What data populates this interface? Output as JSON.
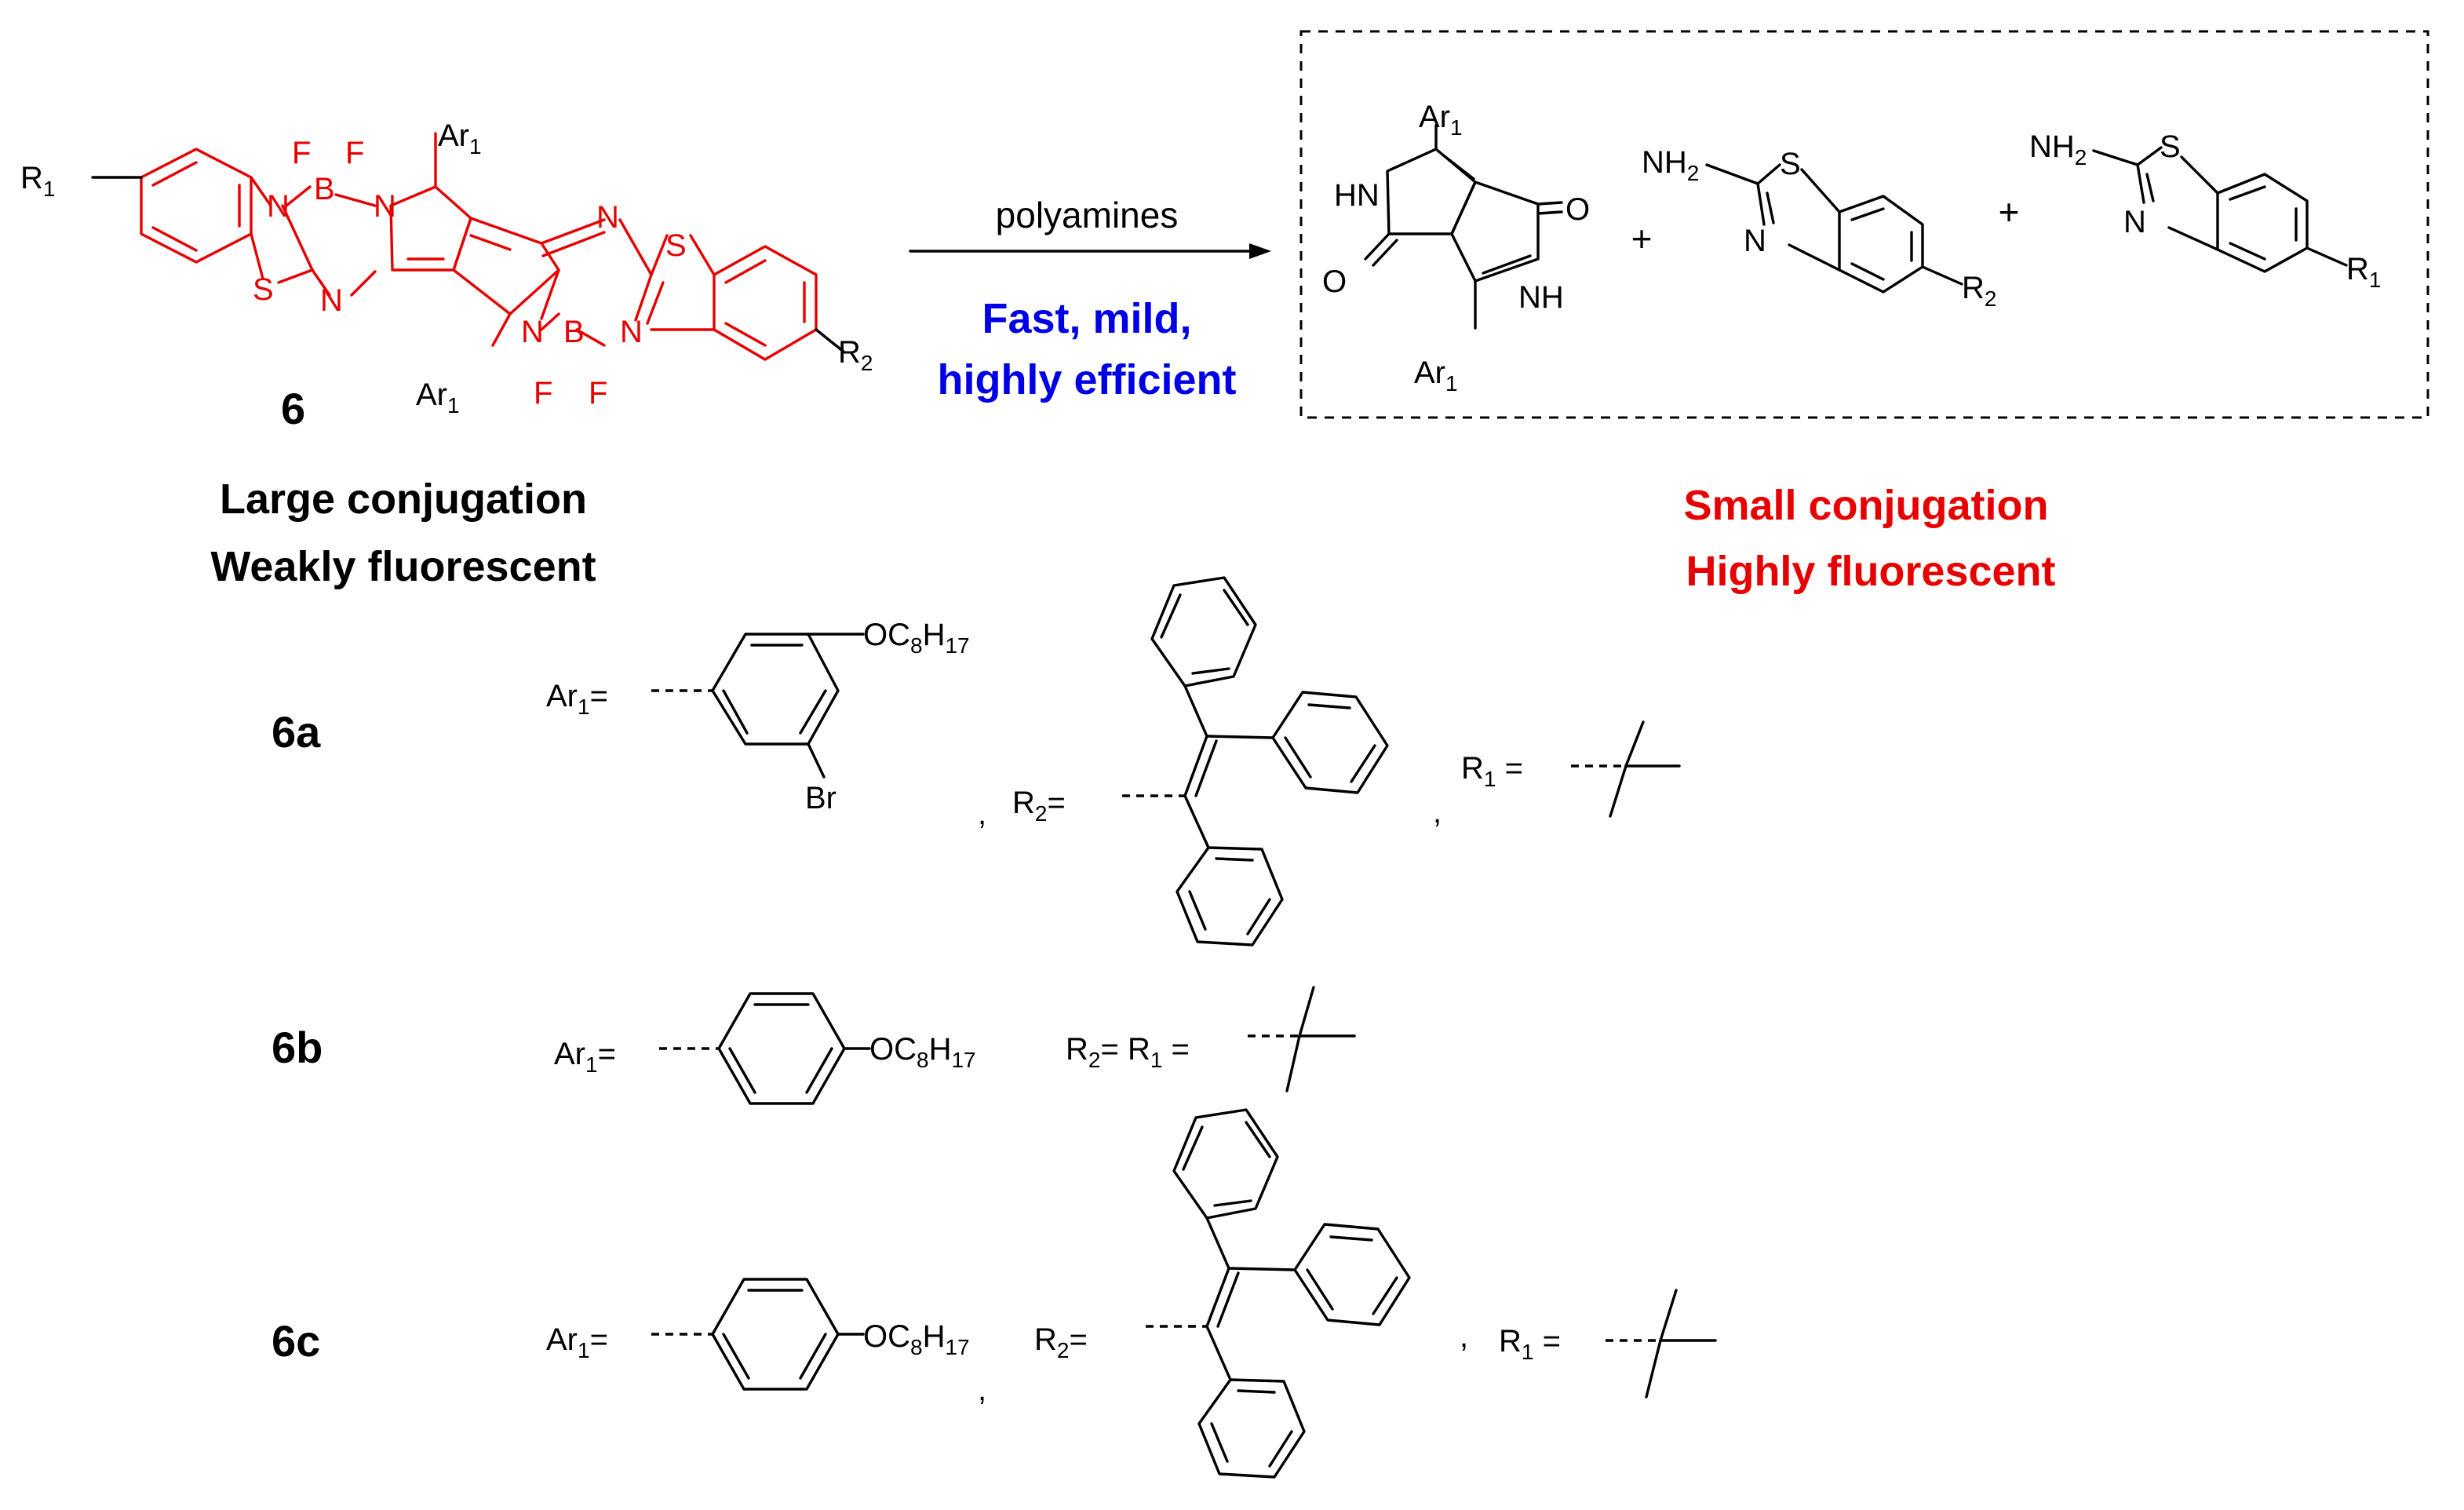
{
  "reaction": {
    "reagent": "polyamines",
    "condition_line1": "Fast, mild,",
    "condition_line2": "highly efficient",
    "plus": "+"
  },
  "reactant": {
    "number": "6",
    "caption_line1": "Large conjugation",
    "caption_line2": "Weakly fluorescent"
  },
  "products": {
    "caption_line1": "Small conjugation",
    "caption_line2": "Highly fluorescent"
  },
  "compounds": [
    {
      "id": "6a"
    },
    {
      "id": "6b"
    },
    {
      "id": "6c"
    }
  ],
  "colors": {
    "highlight": "#e60000",
    "conditions": "#0000e6",
    "text": "#000000"
  }
}
